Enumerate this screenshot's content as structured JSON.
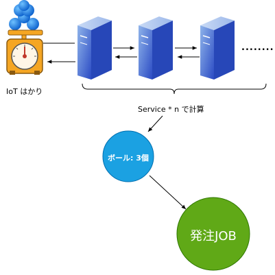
{
  "nodes": {
    "scale": {
      "label": "IoT はかり"
    },
    "servers": {
      "continuation": "........"
    },
    "calculation": {
      "label": "Service * n で計算"
    },
    "ball": {
      "label": "ボール: 3個",
      "color": "#1BA1E2"
    },
    "job": {
      "label": "発注JOB",
      "color": "#60A917"
    }
  },
  "colors": {
    "server_front_top": "#7EA6E0",
    "server_front_bottom": "#2B4BC4",
    "server_side": "#1E3A8A",
    "ball_blue": "#1E90FF",
    "scale_body": "#F5A623",
    "edge": "#000000"
  }
}
